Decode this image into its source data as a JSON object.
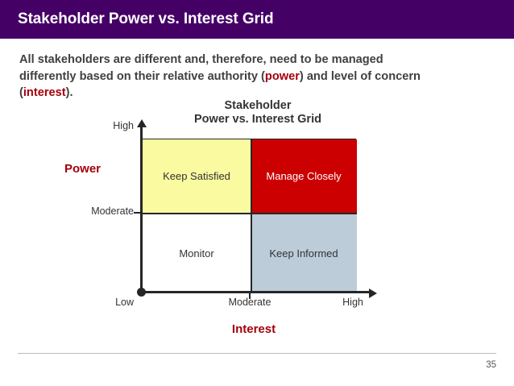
{
  "slide": {
    "title": "Stakeholder Power vs. Interest Grid",
    "header_color": "#450066",
    "accent_color": "#A4000B",
    "page_number": "35"
  },
  "body": {
    "line1": "All stakeholders are different and, therefore, need to be managed",
    "line2_a": "differently based on their relative authority (",
    "line2_accent": "power",
    "line2_b": ") and level of concern",
    "line3_a": "(",
    "line3_accent": "interest",
    "line3_b": ")."
  },
  "chart_data": {
    "type": "table",
    "title_line1": "Stakeholder",
    "title_line2": "Power vs. Interest Grid",
    "xlabel": "Interest",
    "ylabel": "Power",
    "x_ticks": [
      "Low",
      "Moderate",
      "High"
    ],
    "y_ticks": [
      "Low",
      "Moderate",
      "High"
    ],
    "quadrants": [
      {
        "label": "Keep Satisfied",
        "power": "High",
        "interest": "Low",
        "color": "#FAFAA0",
        "text_color": "#333333"
      },
      {
        "label": "Manage Closely",
        "power": "High",
        "interest": "High",
        "color": "#CC0000",
        "text_color": "#FFFFFF"
      },
      {
        "label": "Monitor",
        "power": "Moderate",
        "interest": "Low",
        "color": "#FFFFFF",
        "text_color": "#333333"
      },
      {
        "label": "Keep Informed",
        "power": "Moderate",
        "interest": "High",
        "color": "#BCCCD8",
        "text_color": "#333333"
      }
    ],
    "grid": false,
    "legend": "none"
  }
}
